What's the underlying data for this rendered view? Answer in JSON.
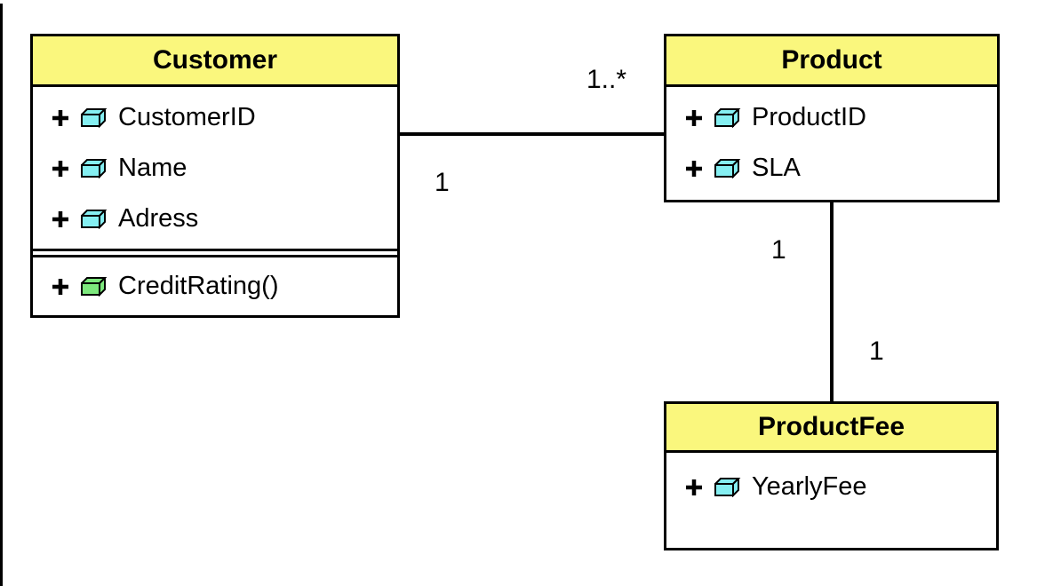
{
  "diagram": {
    "type": "uml-class-diagram",
    "colors": {
      "header_fill": "#faf77d",
      "attribute_icon_fill": "#85eff2",
      "method_icon_fill": "#7de87d",
      "line_color": "#000000"
    },
    "classes": [
      {
        "name": "Customer",
        "attributes": [
          "CustomerID",
          "Name",
          "Adress"
        ],
        "methods": [
          "CreditRating()"
        ]
      },
      {
        "name": "Product",
        "attributes": [
          "ProductID",
          "SLA"
        ],
        "methods": []
      },
      {
        "name": "ProductFee",
        "attributes": [
          "YearlyFee"
        ],
        "methods": []
      }
    ],
    "associations": [
      {
        "from": "Customer",
        "to": "Product",
        "from_multiplicity": "1",
        "to_multiplicity": "1..*"
      },
      {
        "from": "Product",
        "to": "ProductFee",
        "from_multiplicity": "1",
        "to_multiplicity": "1"
      }
    ]
  }
}
